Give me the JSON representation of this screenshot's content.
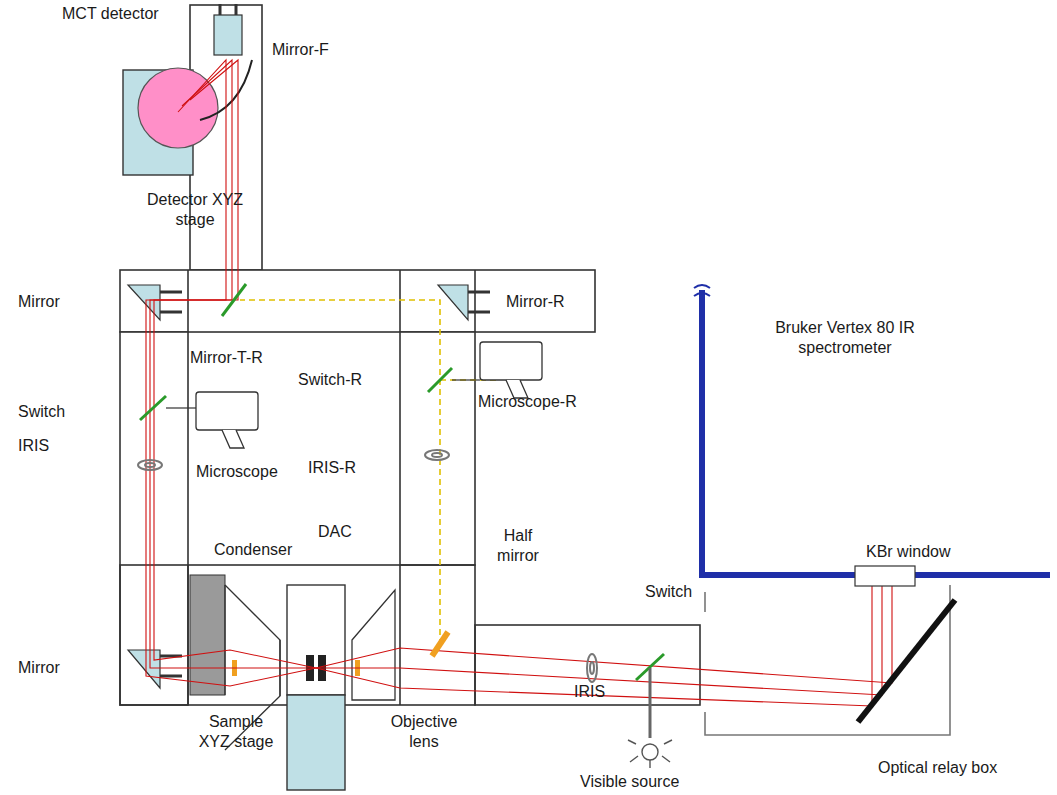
{
  "diagram": {
    "labels": [
      "MCT detector",
      "Mirror-F",
      "Detector XYZ stage",
      "Mirror",
      "Mirror-T-R",
      "Mirror-R",
      "Switch-R",
      "Microscope-R",
      "Bruker Vertex 80 IR spectrometer",
      "Switch",
      "IRIS",
      "Microscope",
      "IRIS-R",
      "DAC",
      "Half mirror",
      "Condenser",
      "KBr window",
      "Switch",
      "Mirror",
      "IRIS",
      "Sample XYZ stage",
      "Objective lens",
      "Visible source",
      "Optical relay box"
    ]
  }
}
